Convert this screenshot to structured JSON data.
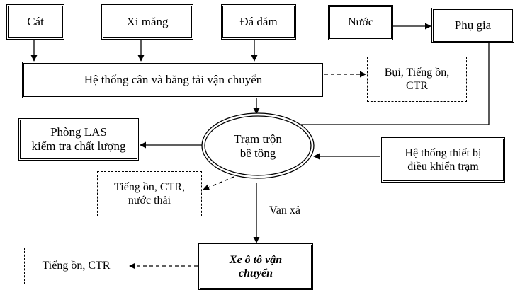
{
  "inputs": {
    "cat": "Cát",
    "xi_mang": "Xi măng",
    "da_dam": "Đá dăm",
    "nuoc": "Nước",
    "phu_gia": "Phụ gia"
  },
  "he_thong_can": "Hệ thống cân và băng tải vận chuyển",
  "bui_tieng_on": [
    "Bụi, Tiếng ồn,",
    "CTR"
  ],
  "phong_las": [
    "Phòng LAS",
    "kiểm tra chất lượng"
  ],
  "tram_tron": [
    "Trạm trộn",
    "bê tông"
  ],
  "he_thong_thiet_bi": [
    "Hệ thống thiết bị",
    "điều khiển trạm"
  ],
  "tieng_on_ctr_nuoc_thai": [
    "Tiếng ồn, CTR,",
    "nước thải"
  ],
  "van_xa": "Van xả",
  "xe_o_to": [
    "Xe ô tô vận",
    "chuyển"
  ],
  "tieng_on_ctr": "Tiếng ồn, CTR"
}
